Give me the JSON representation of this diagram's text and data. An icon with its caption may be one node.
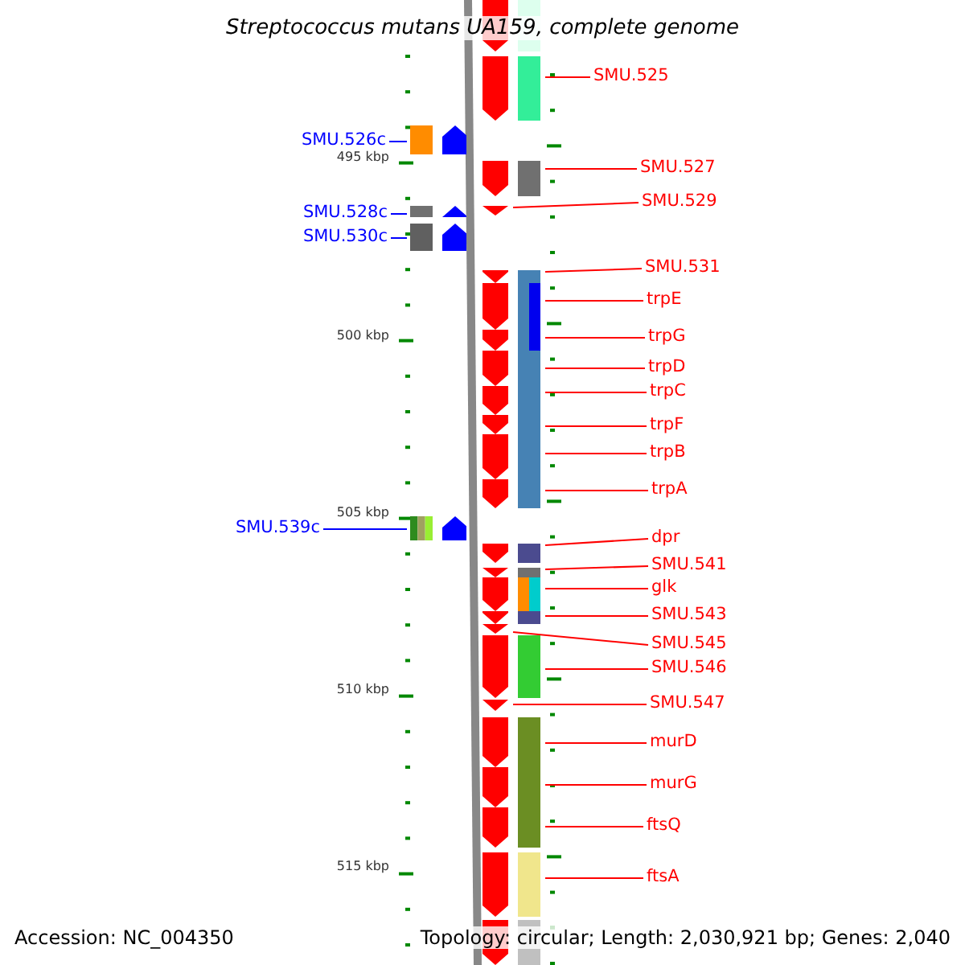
{
  "diagram": {
    "title": "Streptococcus mutans UA159, complete genome",
    "nodes": [
      {
        "text": [
          "SMU.525"
        ]
      },
      {
        "text": [
          "SMU.526c"
        ]
      },
      {
        "text": [
          "SMU.527"
        ]
      },
      {
        "text": [
          "SMU.529"
        ]
      },
      {
        "text": [
          "SMU.528c"
        ]
      },
      {
        "text": [
          "SMU.530c"
        ]
      },
      {
        "text": [
          "SMU.531"
        ]
      },
      {
        "text": [
          "trpE"
        ]
      },
      {
        "text": [
          "trpG"
        ]
      },
      {
        "text": [
          "trpD"
        ]
      },
      {
        "text": [
          "trpC"
        ]
      },
      {
        "text": [
          "trpF"
        ]
      },
      {
        "text": [
          "trpB"
        ]
      },
      {
        "text": [
          "trpA"
        ]
      },
      {
        "text": [
          "SMU.539c"
        ]
      },
      {
        "text": [
          "dpr"
        ]
      },
      {
        "text": [
          "SMU.541"
        ]
      },
      {
        "text": [
          "glk"
        ]
      },
      {
        "text": [
          "SMU.543"
        ]
      },
      {
        "text": [
          "SMU.545"
        ]
      },
      {
        "text": [
          "SMU.546"
        ]
      },
      {
        "text": [
          "SMU.547"
        ]
      },
      {
        "text": [
          "murD"
        ]
      },
      {
        "text": [
          "murG"
        ]
      },
      {
        "text": [
          "ftsQ"
        ]
      },
      {
        "text": [
          "ftsA"
        ]
      },
      {
        "text": [],
        "shape": "arrow"
      },
      {
        "text": [],
        "shape": "arrow"
      },
      {
        "text": [],
        "shape": "arrow"
      },
      {
        "text": [],
        "shape": "arrow"
      },
      {
        "text": [],
        "shape": "arrow"
      },
      {
        "text": [],
        "shape": "arrow"
      },
      {
        "text": [],
        "shape": "arrow"
      },
      {
        "text": [],
        "shape": "arrow"
      },
      {
        "text": [],
        "shape": "arrow"
      },
      {
        "text": [],
        "shape": "arrow"
      },
      {
        "text": [],
        "shape": "arrow"
      },
      {
        "text": [],
        "shape": "arrow"
      },
      {
        "text": [],
        "shape": "arrow"
      },
      {
        "text": [],
        "shape": "arrow"
      },
      {
        "text": [],
        "shape": "arrow"
      },
      {
        "text": [],
        "shape": "arrow"
      },
      {
        "text": [],
        "shape": "arrow"
      },
      {
        "text": [],
        "shape": "arrow"
      },
      {
        "text": [],
        "shape": "arrow"
      },
      {
        "text": [],
        "shape": "arrow"
      },
      {
        "text": [],
        "shape": "arrow"
      },
      {
        "text": [],
        "shape": "arrow"
      },
      {
        "text": [],
        "shape": "arrow"
      },
      {
        "text": [],
        "shape": "arrow"
      },
      {
        "text": [],
        "shape": "arrow"
      },
      {
        "text": [],
        "shape": "arrow"
      },
      {
        "text": [],
        "shape": "arrow"
      },
      {
        "text": [],
        "shape": "arrow"
      }
    ],
    "edges": [
      {
        "from": 0,
        "to": 26,
        "arrow": "none"
      },
      {
        "from": 1,
        "to": 27,
        "arrow": "none",
        "color": "#0000ff"
      },
      {
        "from": 2,
        "to": 28,
        "arrow": "none"
      },
      {
        "from": 3,
        "to": 29,
        "arrow": "none"
      },
      {
        "from": 4,
        "to": 30,
        "arrow": "none",
        "color": "#0000ff"
      },
      {
        "from": 5,
        "to": 31,
        "arrow": "none",
        "color": "#0000ff"
      },
      {
        "from": 6,
        "to": 32,
        "arrow": "none"
      },
      {
        "from": 7,
        "to": 33,
        "arrow": "none"
      },
      {
        "from": 8,
        "to": 34,
        "arrow": "none"
      },
      {
        "from": 9,
        "to": 35,
        "arrow": "none"
      },
      {
        "from": 10,
        "to": 36,
        "arrow": "none"
      },
      {
        "from": 11,
        "to": 37,
        "arrow": "none"
      },
      {
        "from": 12,
        "to": 38,
        "arrow": "none"
      },
      {
        "from": 13,
        "to": 39,
        "arrow": "none"
      },
      {
        "from": 14,
        "to": 40,
        "arrow": "none",
        "color": "#0000ff"
      },
      {
        "from": 15,
        "to": 41,
        "arrow": "none"
      },
      {
        "from": 16,
        "to": 42,
        "arrow": "none"
      },
      {
        "from": 17,
        "to": 43,
        "arrow": "none"
      },
      {
        "from": 18,
        "to": 44,
        "arrow": "none"
      },
      {
        "from": 19,
        "to": 45,
        "arrow": "none"
      },
      {
        "from": 20,
        "to": 46,
        "arrow": "none"
      },
      {
        "from": 21,
        "to": 47,
        "arrow": "none"
      },
      {
        "from": 22,
        "to": 48,
        "arrow": "none"
      },
      {
        "from": 23,
        "to": 49,
        "arrow": "none"
      },
      {
        "from": 24,
        "to": 50,
        "arrow": "none"
      },
      {
        "from": 25,
        "to": 51,
        "arrow": "none"
      }
    ],
    "labels": [
      "495 kbp",
      "500 kbp",
      "505 kbp",
      "510 kbp",
      "515 kbp",
      "Accession: NC_004350",
      "Topology: circular; Length: 2,030,921 bp; Genes: 2,040"
    ]
  }
}
